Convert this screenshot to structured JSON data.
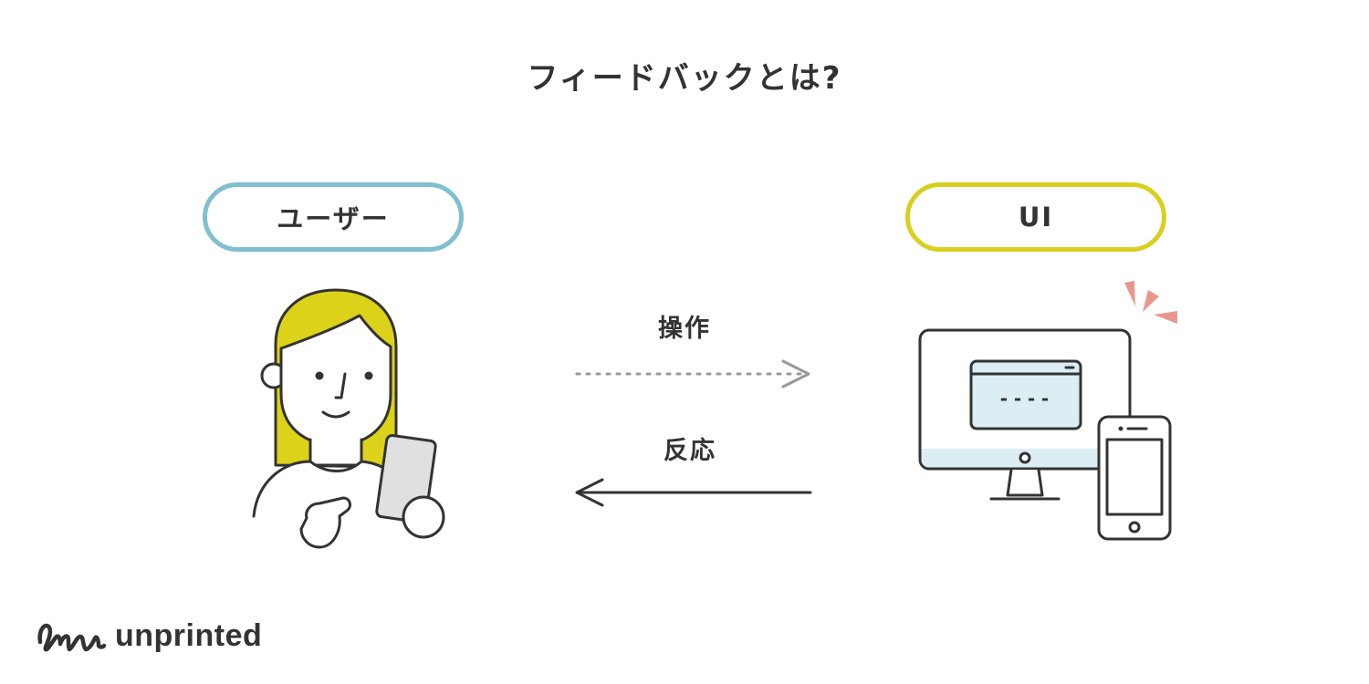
{
  "title": "フィードバックとは?",
  "user_label": "ユーザー",
  "ui_label": "UI",
  "operation_label": "操作",
  "response_label": "反応",
  "monitor_screen_text": "----",
  "brand_name": "unprinted",
  "colors": {
    "user_accent": "#7fbfcf",
    "ui_accent": "#d9cf1e",
    "hair": "#ddd21a",
    "screen_fill": "#dcedf4",
    "alert": "#e8978f",
    "stroke": "#333333",
    "arrow_dotted": "#999999"
  }
}
